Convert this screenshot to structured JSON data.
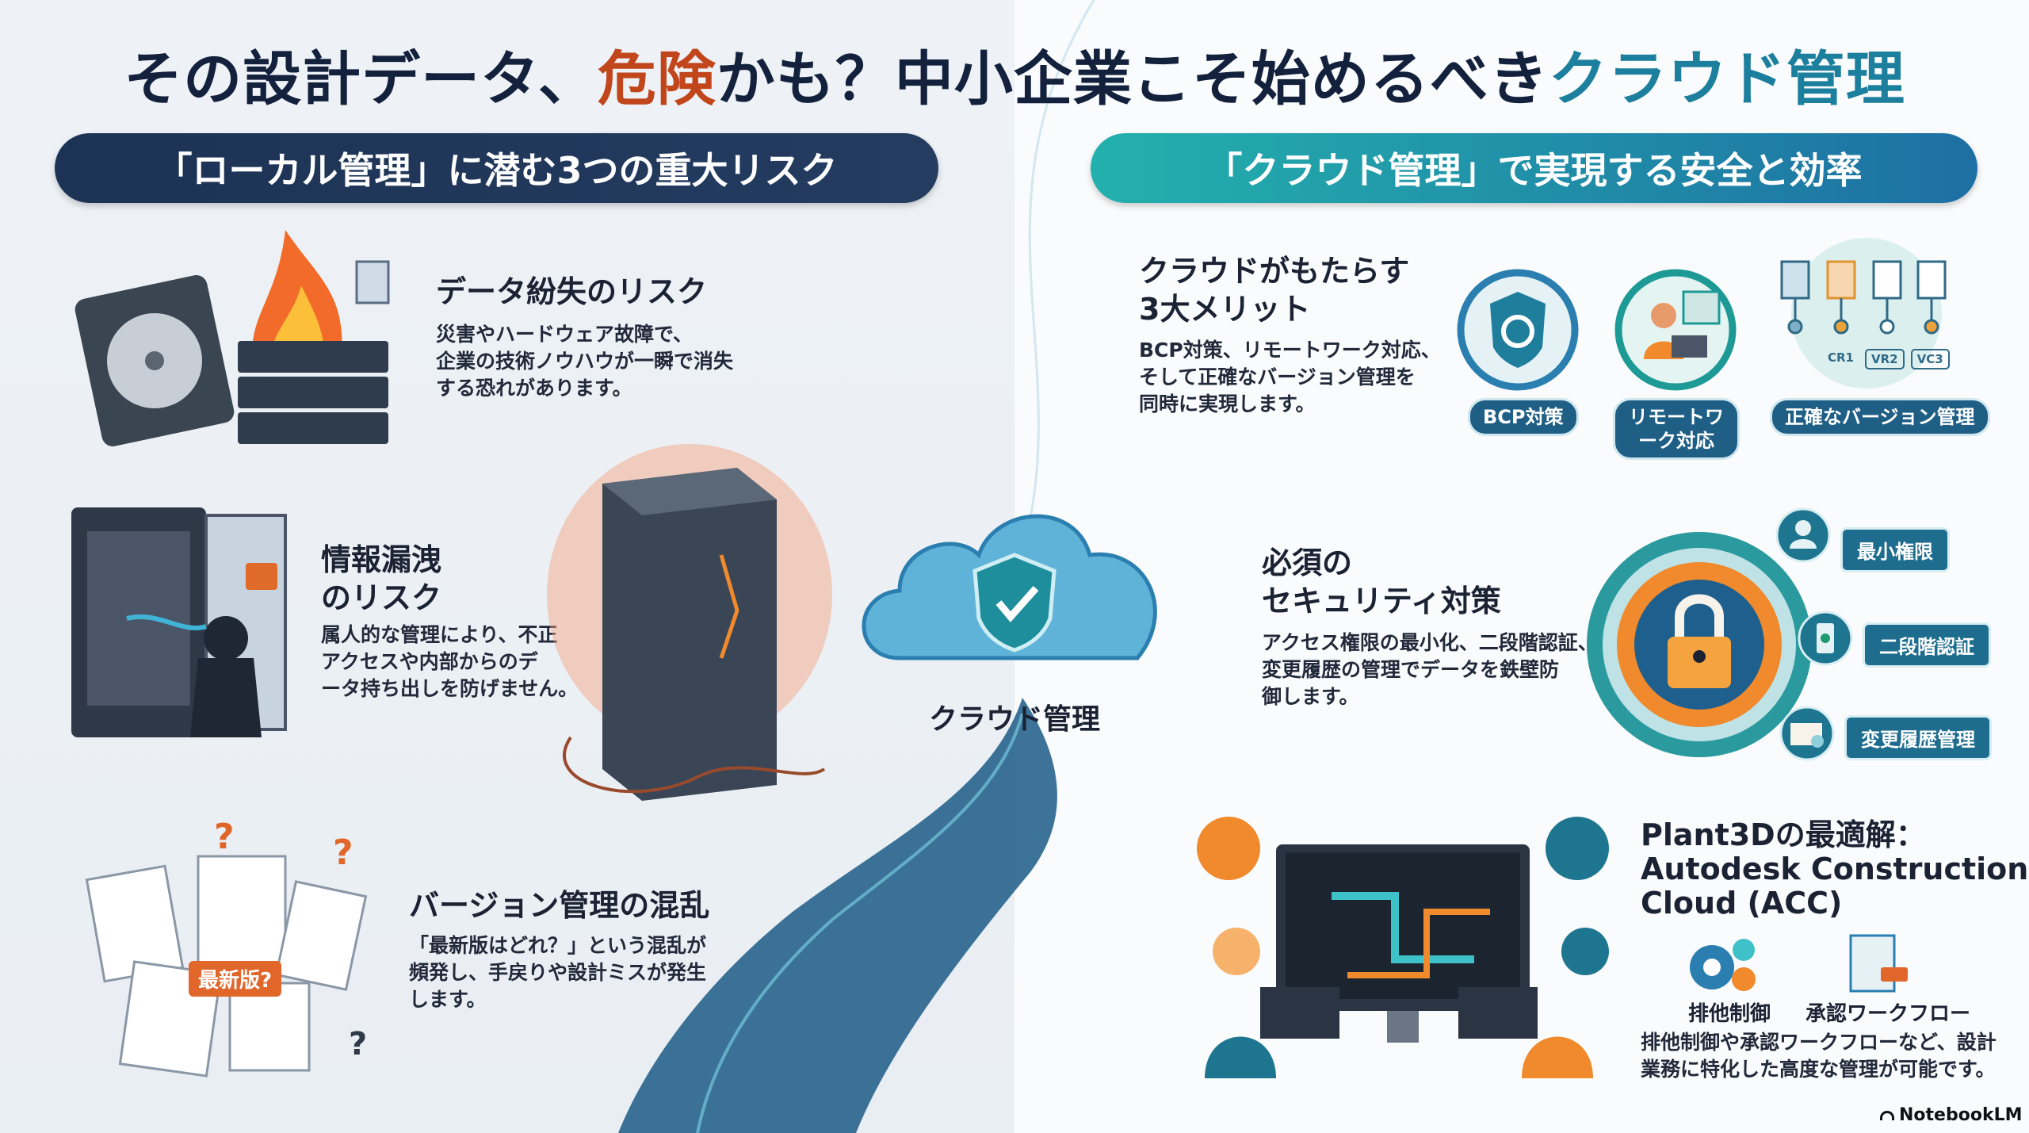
{
  "title": {
    "part1": "その設計データ、",
    "danger": "危険",
    "part2": "かも？中小企業こそ始めるべき",
    "cloud": "クラウド管理"
  },
  "banners": {
    "left": "「ローカル管理」に潜む3つの重大リスク",
    "right": "「クラウド管理」で実現する安全と効率"
  },
  "risks": [
    {
      "title": "データ紛失のリスク",
      "body": [
        "災害やハードウェア故障で、",
        "企業の技術ノウハウが一瞬で消失",
        "する恐れがあります。"
      ]
    },
    {
      "title": [
        "情報漏洩",
        "のリスク"
      ],
      "body": [
        "属人的な管理により、不正",
        "アクセスや内部からのデ",
        "ータ持ち出しを防げません。"
      ]
    },
    {
      "title": "バージョン管理の混乱",
      "body": [
        "「最新版はどれ？」という混乱が",
        "頻発し、手戻りや設計ミスが発生",
        "します。"
      ],
      "tag": "最新版?"
    }
  ],
  "center": {
    "label": "クラウド管理"
  },
  "merits": {
    "title": [
      "クラウドがもたらす",
      "3大メリット"
    ],
    "body": [
      "BCP対策、リモートワーク対応、",
      "そして正確なバージョン管理を",
      "同時に実現します。"
    ],
    "items": [
      "BCP対策",
      "リモートワーク対応",
      "正確なバージョン管理"
    ],
    "versions": [
      "CR1",
      "VR2",
      "VC3"
    ]
  },
  "security": {
    "title": [
      "必須の",
      "セキュリティ対策"
    ],
    "body": [
      "アクセス権限の最小化、二段階認証、",
      "変更履歴の管理でデータを鉄壁防",
      "御します。"
    ],
    "items": [
      "最小権限",
      "二段階認証",
      "変更履歴管理"
    ]
  },
  "acc": {
    "title": [
      "Plant3Dの最適解：",
      "Autodesk Construction",
      "Cloud (ACC)"
    ],
    "features": [
      "排他制御",
      "承認ワークフロー"
    ],
    "body": [
      "排他制御や承認ワークフローなど、設計",
      "業務に特化した高度な管理が可能です。"
    ]
  },
  "footer": {
    "brand": "NotebookLM"
  },
  "colors": {
    "navy": "#1d3355",
    "teal": "#23b1ad",
    "blue": "#1e6fa3",
    "red": "#c2461c",
    "orange": "#f08a2c"
  }
}
